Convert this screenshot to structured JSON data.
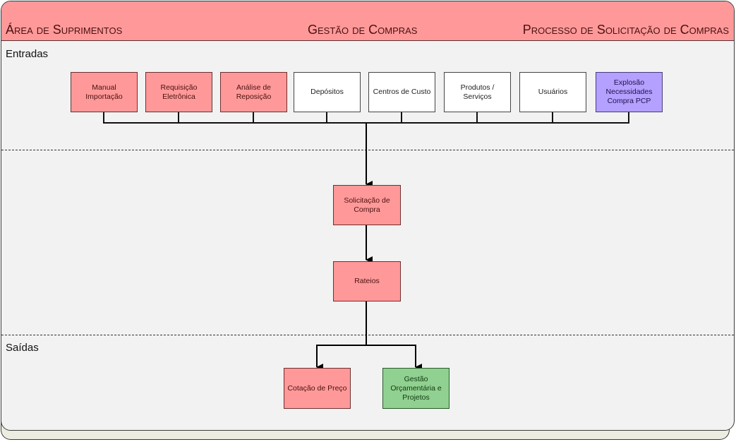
{
  "header": {
    "left": "Área de Suprimentos",
    "center": "Gestão de Compras",
    "right": "Processo de Solicitação de Compras"
  },
  "sections": {
    "inputs": "Entradas",
    "outputs": "Saídas"
  },
  "inputs": [
    {
      "label": "Manual\nImportação",
      "color": "red"
    },
    {
      "label": "Requisição\nEletrônica",
      "color": "red"
    },
    {
      "label": "Análise de\nReposição",
      "color": "red"
    },
    {
      "label": "Depósitos",
      "color": "white"
    },
    {
      "label": "Centros de Custo",
      "color": "white"
    },
    {
      "label": "Produtos /\nServiços",
      "color": "white"
    },
    {
      "label": "Usuários",
      "color": "white"
    },
    {
      "label": "Explosão\nNecessidades\nCompra PCP",
      "color": "purple"
    }
  ],
  "process": [
    {
      "label": "Solicitação de\nCompra",
      "color": "red"
    },
    {
      "label": "Rateios",
      "color": "red"
    }
  ],
  "outputs": [
    {
      "label": "Cotação de Preço",
      "color": "red"
    },
    {
      "label": "Gestão\nOrçamentária e\nProjetos",
      "color": "green"
    }
  ],
  "colors": {
    "header": "#ff9999",
    "red": "#ff9999",
    "white": "#ffffff",
    "purple": "#b4a0ff",
    "green": "#90d090",
    "background": "#f2f2f2"
  }
}
